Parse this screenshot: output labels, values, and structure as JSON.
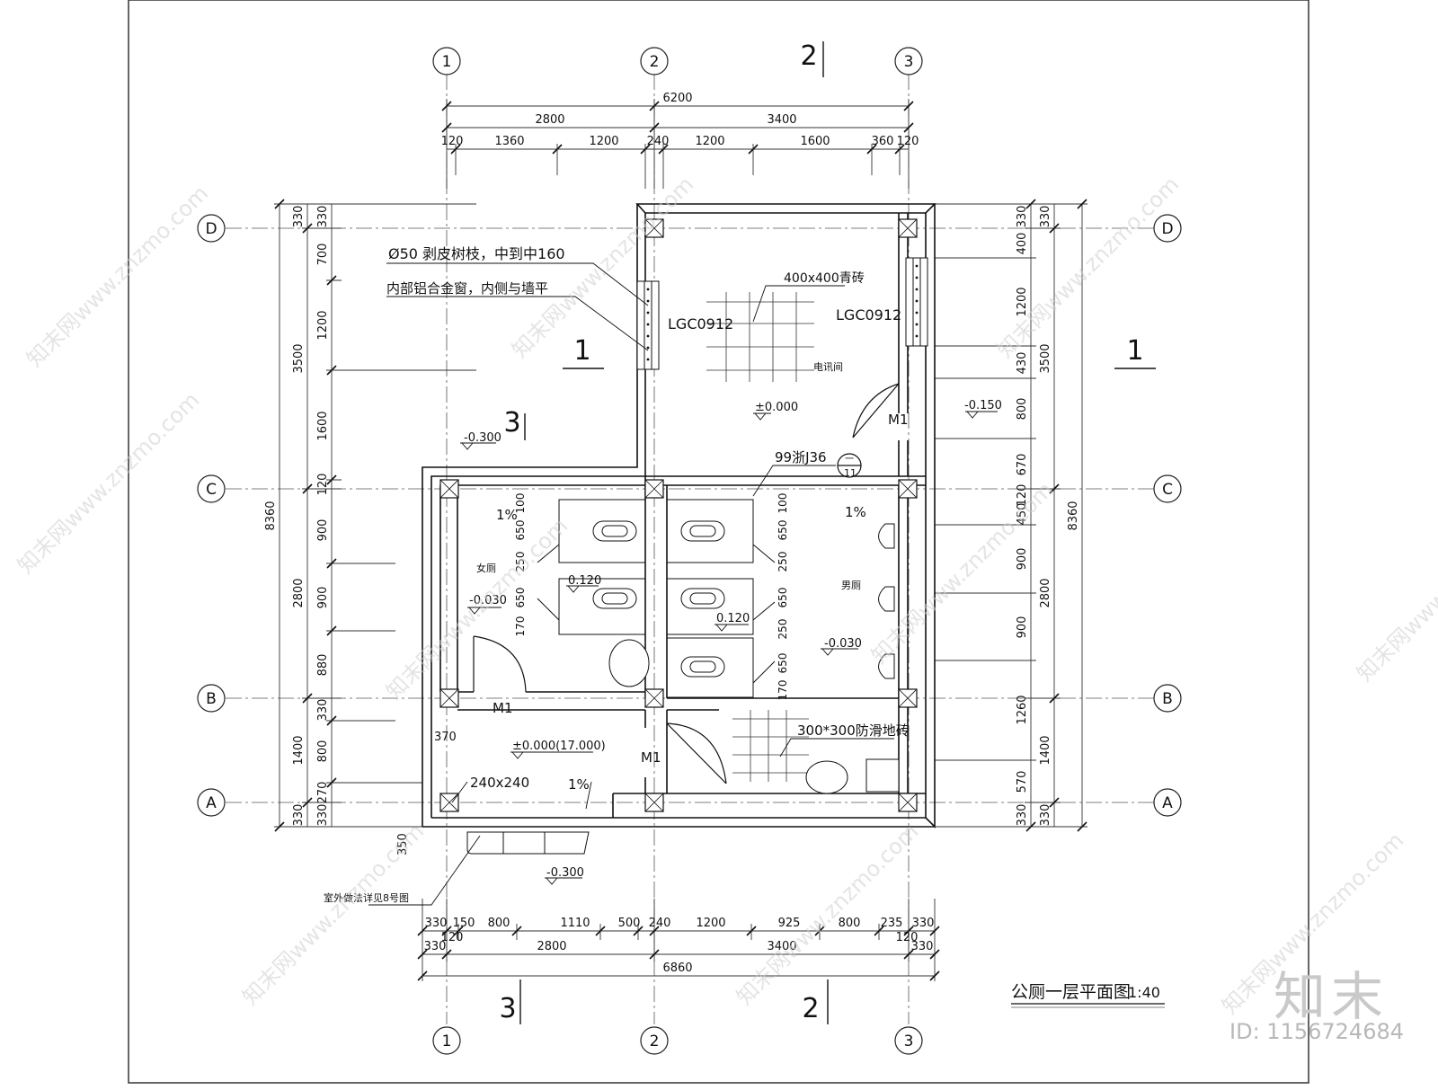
{
  "drawing": {
    "title": "公厕一层平面图",
    "scale": "1:40"
  },
  "grid_axes": {
    "columns": [
      "1",
      "2",
      "3"
    ],
    "rows": [
      "D",
      "C",
      "B",
      "A"
    ]
  },
  "section_marks": {
    "top": "2",
    "bottom_left": "3",
    "bottom_mid": "2",
    "left": "1",
    "right": "1",
    "upper_left": "3"
  },
  "dimensions": {
    "top_total": "6200",
    "top_sub": [
      "2800",
      "3400"
    ],
    "top_detail": [
      "120",
      "1360",
      "1200",
      "240",
      "1200",
      "1600",
      "360",
      "120"
    ],
    "bottom_total": "6860",
    "bottom_sub": [
      "330",
      "2800",
      "3400",
      "330"
    ],
    "bottom_detail": [
      "330",
      "150",
      "800",
      "1110",
      "500",
      "240",
      "1200",
      "925",
      "800",
      "235",
      "330"
    ],
    "bottom_small": [
      "120",
      "120"
    ],
    "left_total": "8360",
    "left_sub": [
      "330",
      "3500",
      "2800",
      "1400",
      "330"
    ],
    "left_detail": [
      "330",
      "700",
      "1200",
      "1600",
      "120",
      "900",
      "900",
      "880",
      "330",
      "800",
      "270",
      "330"
    ],
    "right_total": "8360",
    "right_sub": [
      "330",
      "3500",
      "2800",
      "1400",
      "330"
    ],
    "right_detail": [
      "330",
      "400",
      "1200",
      "430",
      "800",
      "670",
      "120",
      "450",
      "900",
      "900",
      "1260",
      "570",
      "330"
    ],
    "stall_left": [
      "100",
      "650",
      "250",
      "650",
      "170"
    ],
    "stall_right": [
      "100",
      "650",
      "250",
      "650",
      "250",
      "650",
      "170"
    ],
    "step": "350",
    "wall_370": "370"
  },
  "annotations": {
    "branch_note": "Ø50 剥皮树枝，中到中160",
    "window_note": "内部铝合金窗，内侧与墙平",
    "window_left": "LGC0912",
    "window_right": "LGC0912",
    "tile_note": "400x400青砖",
    "room_telecom": "电讯间",
    "level_telecom": "±0.000",
    "level_upper_left": "-0.300",
    "level_right": "-0.150",
    "ref_detail": "99浙J36",
    "ref_detail_top": "一",
    "ref_detail_bottom": "11",
    "room_women": "女厕",
    "room_men": "男厕",
    "slope_left": "1%",
    "slope_right": "1%",
    "slope_lobby": "1%",
    "level_women": "-0.030",
    "level_men": "-0.030",
    "level_stall_left": "0.120",
    "level_stall_right": "0.120",
    "level_lobby": "±0.000(17.000)",
    "door_m1": "M1",
    "column_note": "240x240",
    "antislip_note": "300*300防滑地砖",
    "level_outside": "-0.300",
    "outdoor_note": "室外做法详见8号图"
  },
  "brand": {
    "watermark": "知末网www.znzmo.com",
    "logo": "知末",
    "id": "ID: 1156724684"
  }
}
